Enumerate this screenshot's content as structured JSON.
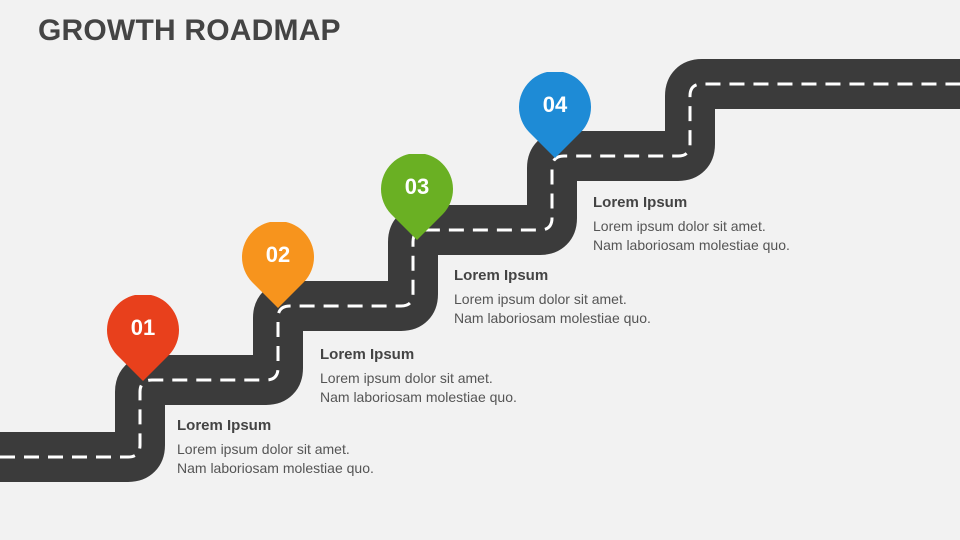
{
  "title": "GROWTH ROADMAP",
  "colors": {
    "road": "#3b3b3b",
    "dash": "#ffffff",
    "background": "#f2f2f2"
  },
  "milestones": [
    {
      "number": "01",
      "color": "#e8401c",
      "heading": "Lorem Ipsum",
      "line1": "Lorem ipsum dolor sit amet.",
      "line2": "Nam laboriosam molestiae quo."
    },
    {
      "number": "02",
      "color": "#f7941d",
      "heading": "Lorem Ipsum",
      "line1": "Lorem ipsum dolor sit amet.",
      "line2": "Nam laboriosam molestiae quo."
    },
    {
      "number": "03",
      "color": "#6ab023",
      "heading": "Lorem Ipsum",
      "line1": "Lorem ipsum dolor sit amet.",
      "line2": "Nam laboriosam molestiae quo."
    },
    {
      "number": "04",
      "color": "#1e8bd6",
      "heading": "Lorem Ipsum",
      "line1": "Lorem ipsum dolor sit amet.",
      "line2": "Nam laboriosam molestiae quo."
    }
  ]
}
